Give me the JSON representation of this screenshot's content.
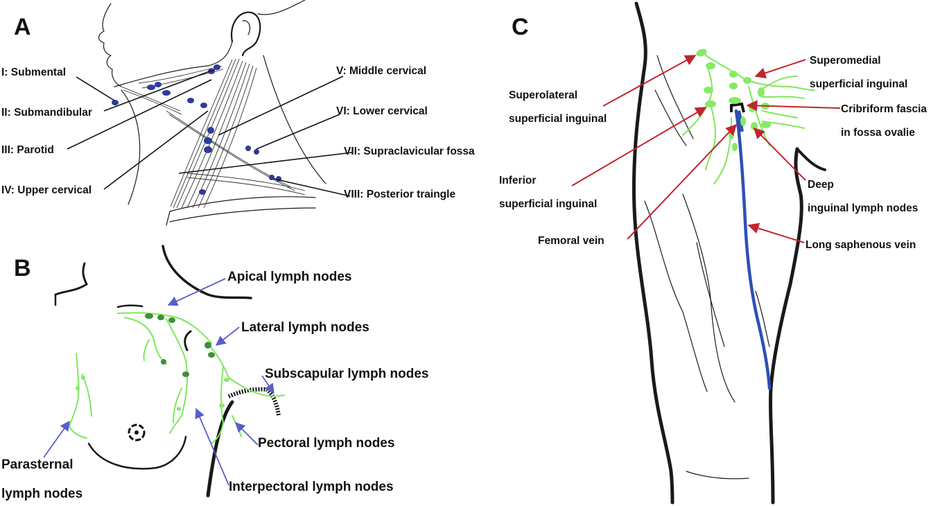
{
  "panels": {
    "A": {
      "letter": "A",
      "labels": [
        "I: Submental",
        "II: Submandibular",
        "III: Parotid",
        "IV: Upper cervical",
        "V: Middle cervical",
        "VI: Lower cervical",
        "VII: Supraclavicular fossa",
        "VIII: Posterior traingle"
      ]
    },
    "B": {
      "letter": "B",
      "labels": {
        "apical": "Apical lymph nodes",
        "lateral": "Lateral lymph nodes",
        "subscapular": "Subscapular lymph nodes",
        "pectoral": "Pectoral lymph nodes",
        "interpectoral": "Interpectoral lymph nodes",
        "parasternal_1": "Parasternal",
        "parasternal_2": "lymph nodes"
      }
    },
    "C": {
      "letter": "C",
      "labels": {
        "superomedial_1": "Superomedial",
        "superomedial_2": "superficial inguinal",
        "superolateral_1": "Superolateral",
        "superolateral_2": "superficial inguinal",
        "cribriform_1": "Cribriform fascia",
        "cribriform_2": "in fossa ovalie",
        "inferior_1": "Inferior",
        "inferior_2": "superficial inguinal",
        "deep_1": "Deep",
        "deep_2": "inguinal lymph nodes",
        "femoral": "Femoral vein",
        "saphenous": "Long saphenous vein"
      }
    }
  },
  "colors": {
    "node_blue": "#2f3a9a",
    "lymph_green": "#7ee85a",
    "arrow_red": "#c0252d",
    "arrow_purple": "#5a5ec8",
    "vein_blue": "#2e4fb5"
  }
}
